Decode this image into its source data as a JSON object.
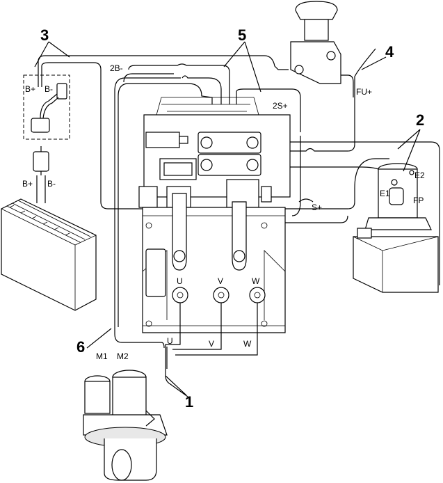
{
  "callouts": [
    "1",
    "2",
    "3",
    "4",
    "5",
    "6"
  ],
  "battery": {
    "pos_top": "B+",
    "neg_top": "B-",
    "pos_bottom": "B+",
    "neg_bottom": "B-"
  },
  "wires": {
    "two_b_minus": "2B-",
    "two_s_plus": "2S+",
    "fu_plus": "FU+",
    "s_plus": "S+"
  },
  "pump": {
    "e1": "E1",
    "e2": "E2",
    "fp": "FP"
  },
  "motor_terminals": {
    "u": "U",
    "v": "V",
    "w": "W"
  },
  "phase_wires": {
    "u": "U",
    "v": "V",
    "w": "W"
  },
  "drive_motor": {
    "m1": "M1",
    "m2": "M2"
  }
}
